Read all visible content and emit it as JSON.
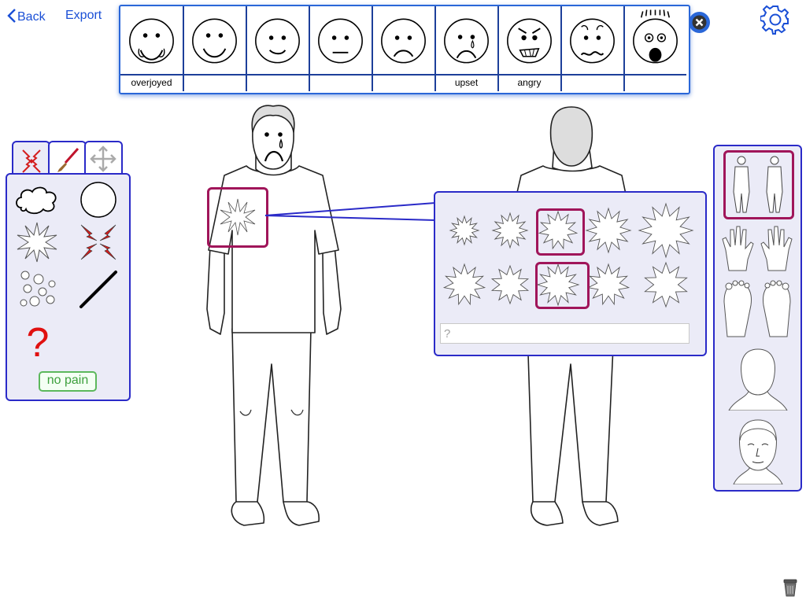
{
  "nav": {
    "back_label": "Back",
    "export_label": "Export"
  },
  "faces": [
    {
      "label": "overjoyed",
      "icon": "overjoyed-face-icon"
    },
    {
      "label": "",
      "icon": "happy-face-icon"
    },
    {
      "label": "",
      "icon": "content-face-icon"
    },
    {
      "label": "",
      "icon": "neutral-face-icon"
    },
    {
      "label": "",
      "icon": "sad-face-icon"
    },
    {
      "label": "upset",
      "icon": "crying-face-icon"
    },
    {
      "label": "angry",
      "icon": "angry-face-icon"
    },
    {
      "label": "",
      "icon": "worried-face-icon"
    },
    {
      "label": "",
      "icon": "terrified-face-icon"
    }
  ],
  "tool_tabs": [
    "pain-tool-tab",
    "brush-tool-tab",
    "move-tool-tab"
  ],
  "left_panel": {
    "tools": [
      "cloud-shape",
      "circle-shape",
      "starburst-shape",
      "lightning-pain-shape",
      "bubbles-shape",
      "line-shape",
      "question-mark"
    ],
    "question_mark": "?",
    "no_pain_label": "no pain"
  },
  "popup": {
    "input_placeholder": "?"
  },
  "body_views": [
    "full-body-view",
    "hands-view",
    "feet-view",
    "head-back-view",
    "face-view"
  ],
  "colors": {
    "accent": "#2a2ac8",
    "selection": "#a0155a",
    "panel_bg": "#ebebf7",
    "nav": "#1a4fd6"
  }
}
